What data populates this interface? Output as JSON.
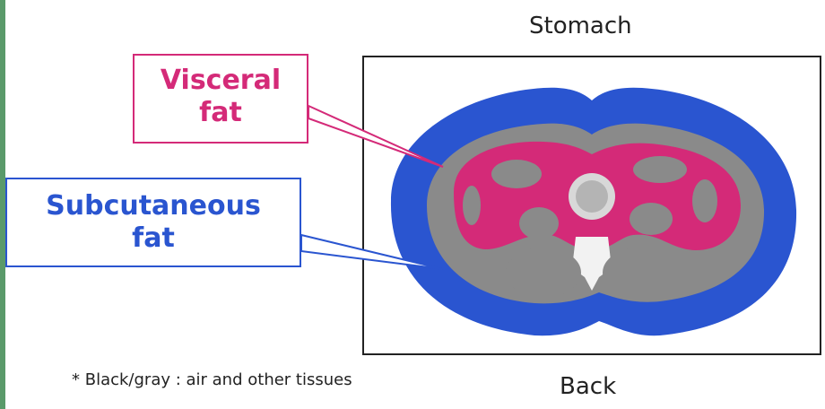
{
  "labels": {
    "top": "Stomach",
    "bottom": "Back"
  },
  "callouts": {
    "visceral": {
      "line1": "Visceral",
      "line2": "fat"
    },
    "subcutaneous": {
      "line1": "Subcutaneous",
      "line2": "fat"
    }
  },
  "footnote": "* Black/gray : air and other tissues",
  "colors": {
    "visceral_fat": "#d42a78",
    "subcutaneous_fat": "#2a55d0",
    "other_tissue": "#8a8a8a",
    "frame_accent": "#5a9a6a"
  }
}
